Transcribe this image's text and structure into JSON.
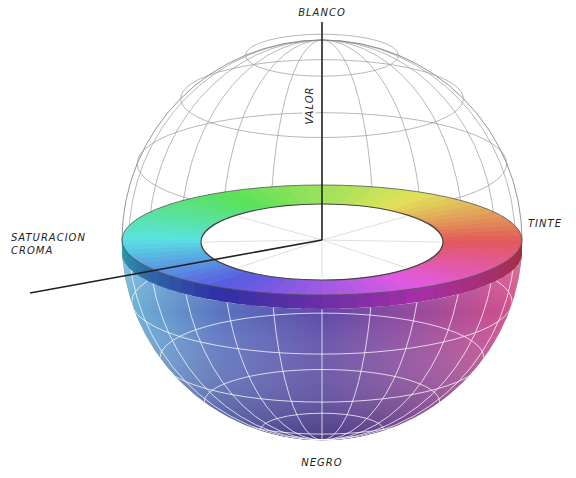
{
  "diagram": {
    "labels": [
      "BLANCO",
      "VALOR",
      "SATURACION CROMA",
      "TINTE",
      "NEGRO"
    ]
  }
}
